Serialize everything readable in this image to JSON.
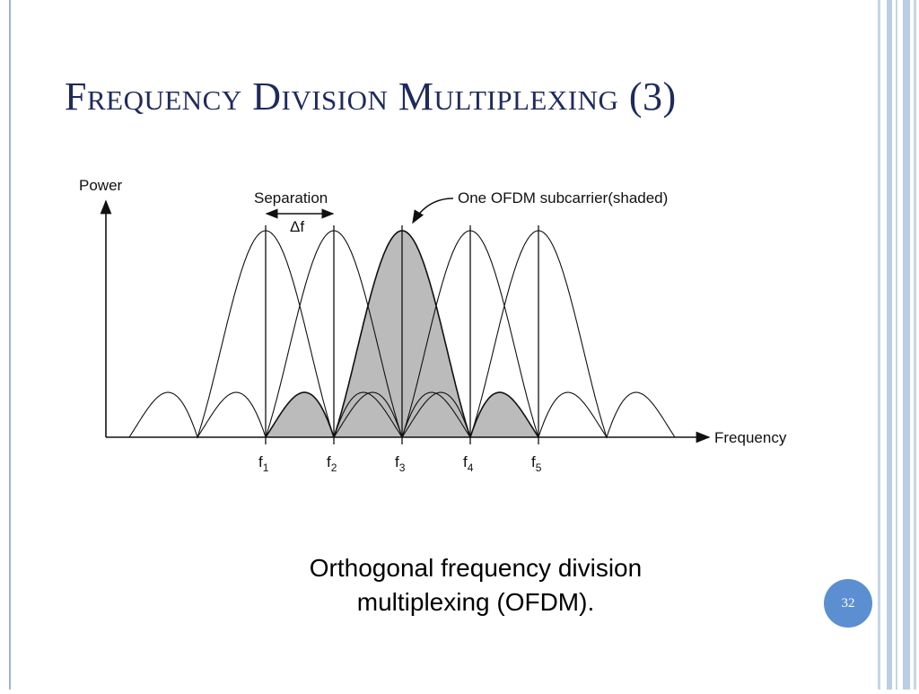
{
  "slide": {
    "title": "Frequency Division Multiplexing (3)",
    "caption": "Orthogonal frequency division multiplexing (OFDM).",
    "page_number": "32"
  },
  "diagram": {
    "y_axis_label": "Power",
    "x_axis_label": "Frequency",
    "separation_label": "Separation",
    "delta_label": "Δf",
    "callout_label": "One OFDM subcarrier(shaded)",
    "subcarriers": [
      {
        "label": "f",
        "sub": "1"
      },
      {
        "label": "f",
        "sub": "2"
      },
      {
        "label": "f",
        "sub": "3"
      },
      {
        "label": "f",
        "sub": "4"
      },
      {
        "label": "f",
        "sub": "5"
      }
    ]
  },
  "colors": {
    "title": "#1f2a5c",
    "accent_blue": "#5b8fd2",
    "frame_stripes": "#b9cde6",
    "shading": "#bbbbbb"
  }
}
